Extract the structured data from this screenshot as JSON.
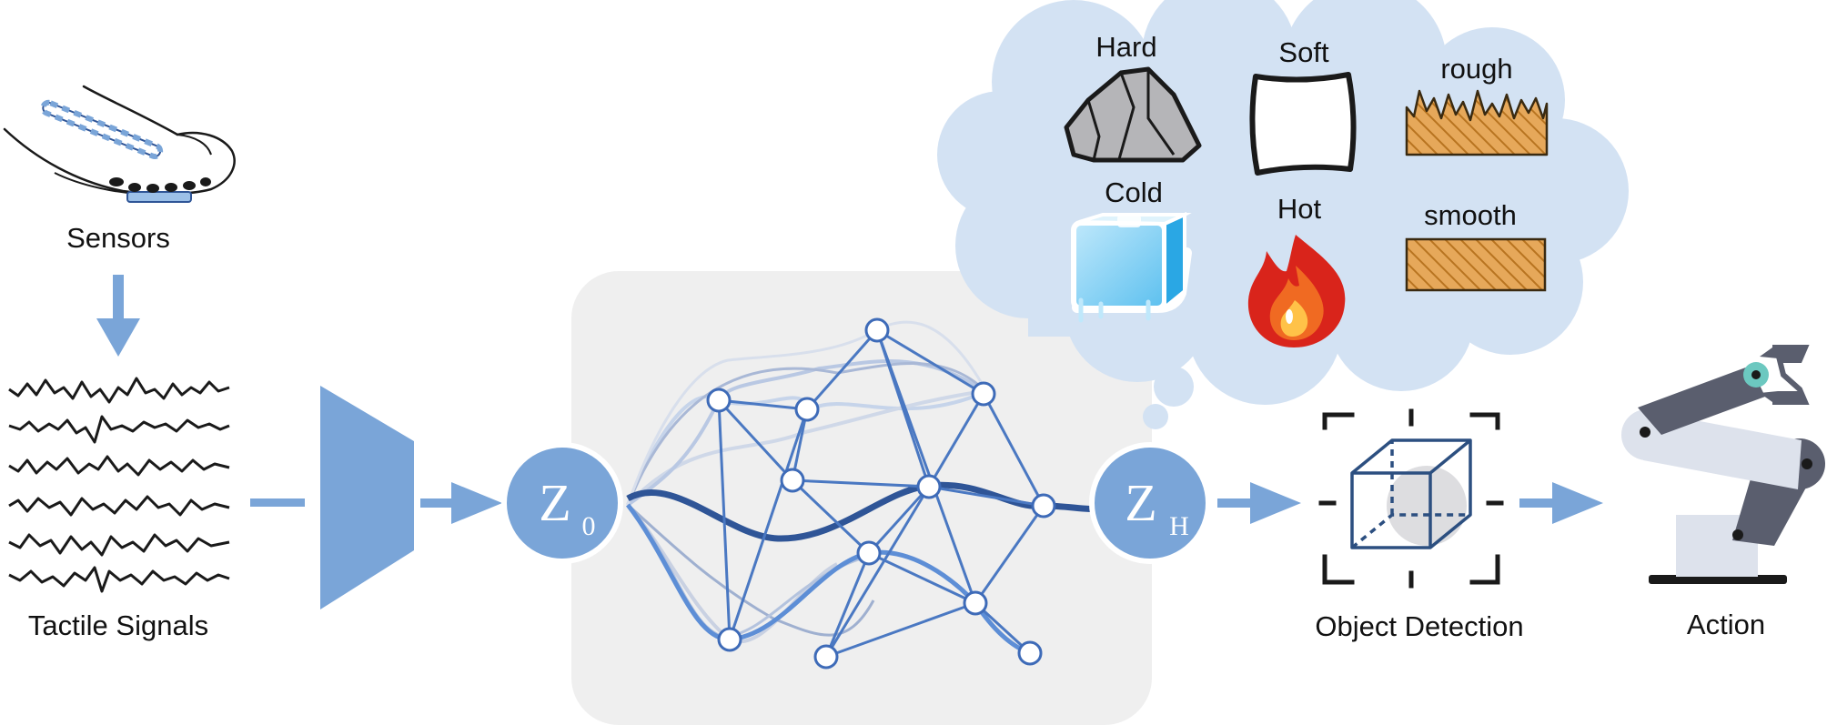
{
  "labels": {
    "sensors": "Sensors",
    "tactile_signals": "Tactile Signals",
    "object_detection": "Object Detection",
    "action": "Action",
    "z0_main": "Z",
    "z0_sub": "0",
    "zh_main": "Z",
    "zh_sub": "H"
  },
  "properties": {
    "hard": "Hard",
    "soft": "Soft",
    "rough": "rough",
    "cold": "Cold",
    "hot": "Hot",
    "smooth": "smooth"
  },
  "colors": {
    "accent_blue": "#7aa5d8",
    "dark_blue": "#2f5597",
    "line_blue": "#4a78c2",
    "cloud": "#d3e2f3",
    "panel": "#efefef",
    "texture_orange": "#e0a050",
    "robot_dark": "#5a5e6e",
    "robot_light": "#dde2ec",
    "gripper_teal": "#6cc8c0"
  }
}
